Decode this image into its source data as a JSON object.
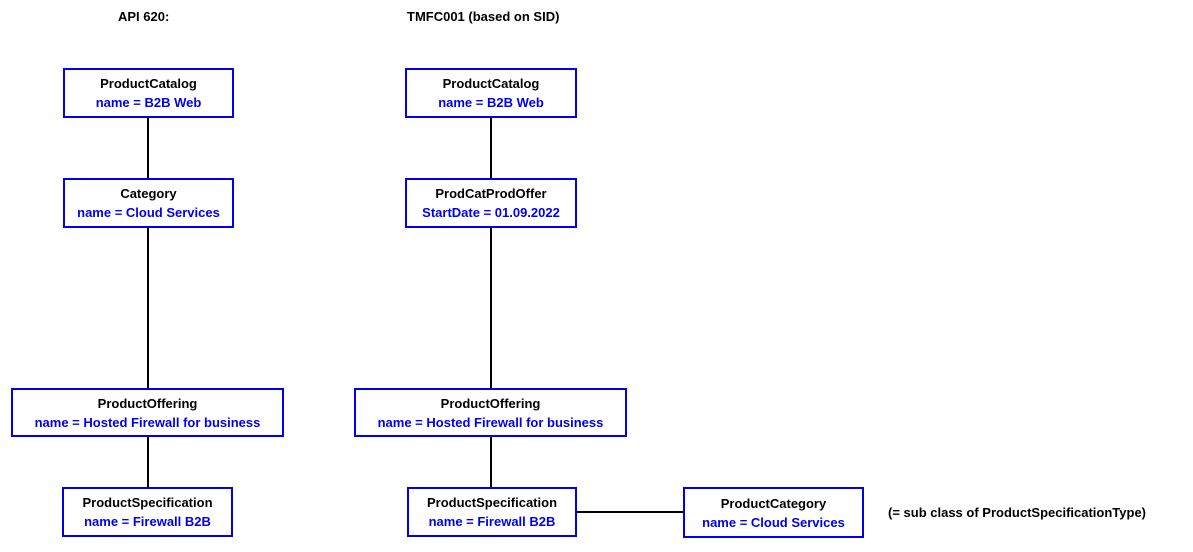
{
  "colors": {
    "node_border": "#0000f0",
    "attribute_text": "#0000f0",
    "title_text": "#000000",
    "connector_line": "#000000",
    "background": "#ffffff"
  },
  "left_column": {
    "title": "API 620:",
    "nodes": [
      {
        "title": "ProductCatalog",
        "attribute": "name = B2B Web"
      },
      {
        "title": "Category",
        "attribute": "name = Cloud Services"
      },
      {
        "title": "ProductOffering",
        "attribute": "name = Hosted Firewall for business"
      },
      {
        "title": "ProductSpecification",
        "attribute": "name = Firewall B2B"
      }
    ]
  },
  "right_column": {
    "title": "TMFC001 (based on SID)",
    "nodes": [
      {
        "title": "ProductCatalog",
        "attribute": "name = B2B Web"
      },
      {
        "title": "ProdCatProdOffer",
        "attribute": "StartDate = 01.09.2022"
      },
      {
        "title": "ProductOffering",
        "attribute": "name = Hosted Firewall for business"
      },
      {
        "title": "ProductSpecification",
        "attribute": "name = Firewall B2B"
      },
      {
        "title": "ProductCategory",
        "attribute": "name = Cloud Services"
      }
    ]
  },
  "annotation": "(= sub class of ProductSpecificationType)"
}
